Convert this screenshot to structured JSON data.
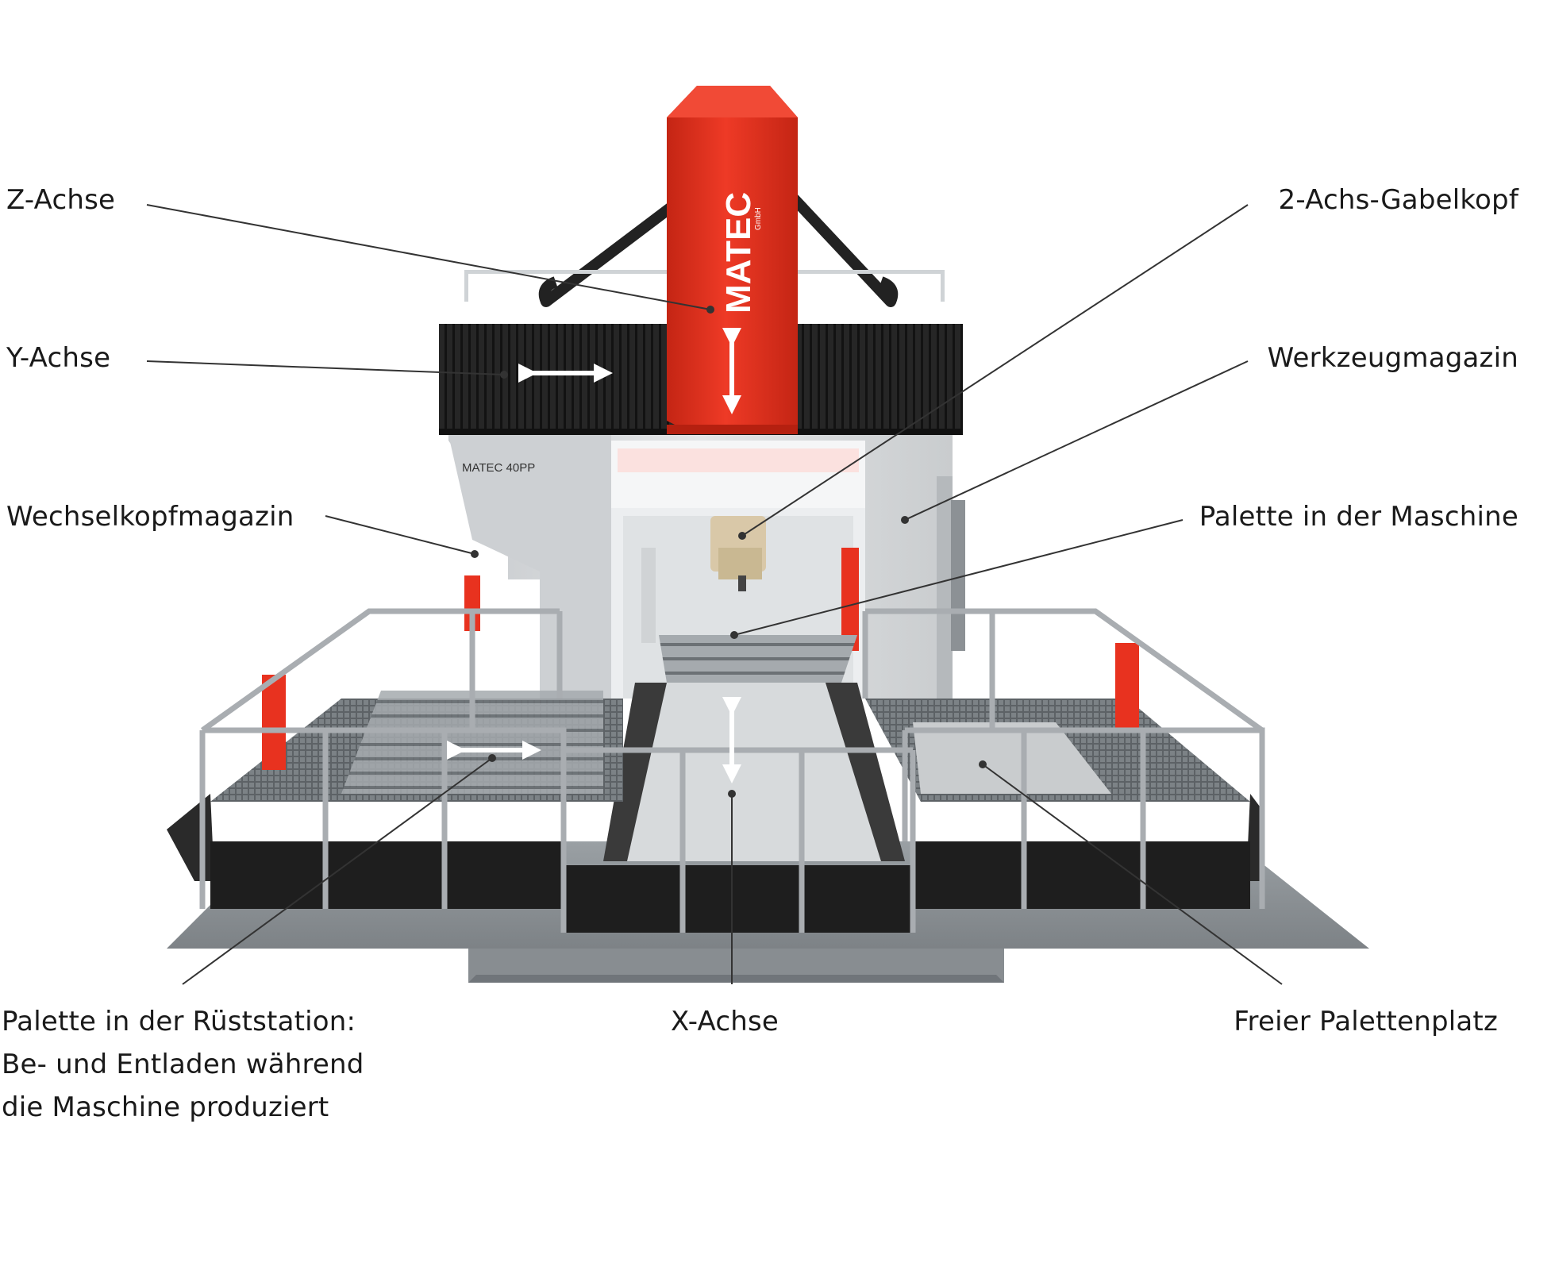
{
  "labels": {
    "z_achse": "Z-Achse",
    "y_achse": "Y-Achse",
    "wechselkopfmagazin": "Wechselkopfmagazin",
    "gabelkopf": "2-Achs-Gabelkopf",
    "werkzeugmagazin": "Werkzeugmagazin",
    "palette_maschine": "Palette in der Maschine",
    "palette_ruest_1": "Palette in der Rüststation:",
    "palette_ruest_2": "Be- und Entladen während",
    "palette_ruest_3": "die Maschine produziert",
    "x_achse": "X-Achse",
    "freier_platz": "Freier Palettenplatz"
  },
  "machine": {
    "brand": "MATEC",
    "brand_sub": "GmbH",
    "model": "MATEC 40PP"
  },
  "colors": {
    "red": "#e8321f",
    "bellows": "#222222",
    "body": "#d9dcde",
    "frame": "#a9adb1",
    "grating": "#6f7478",
    "floor": "#8d9296",
    "skirt": "#1b1b1b",
    "leader": "#333333"
  }
}
